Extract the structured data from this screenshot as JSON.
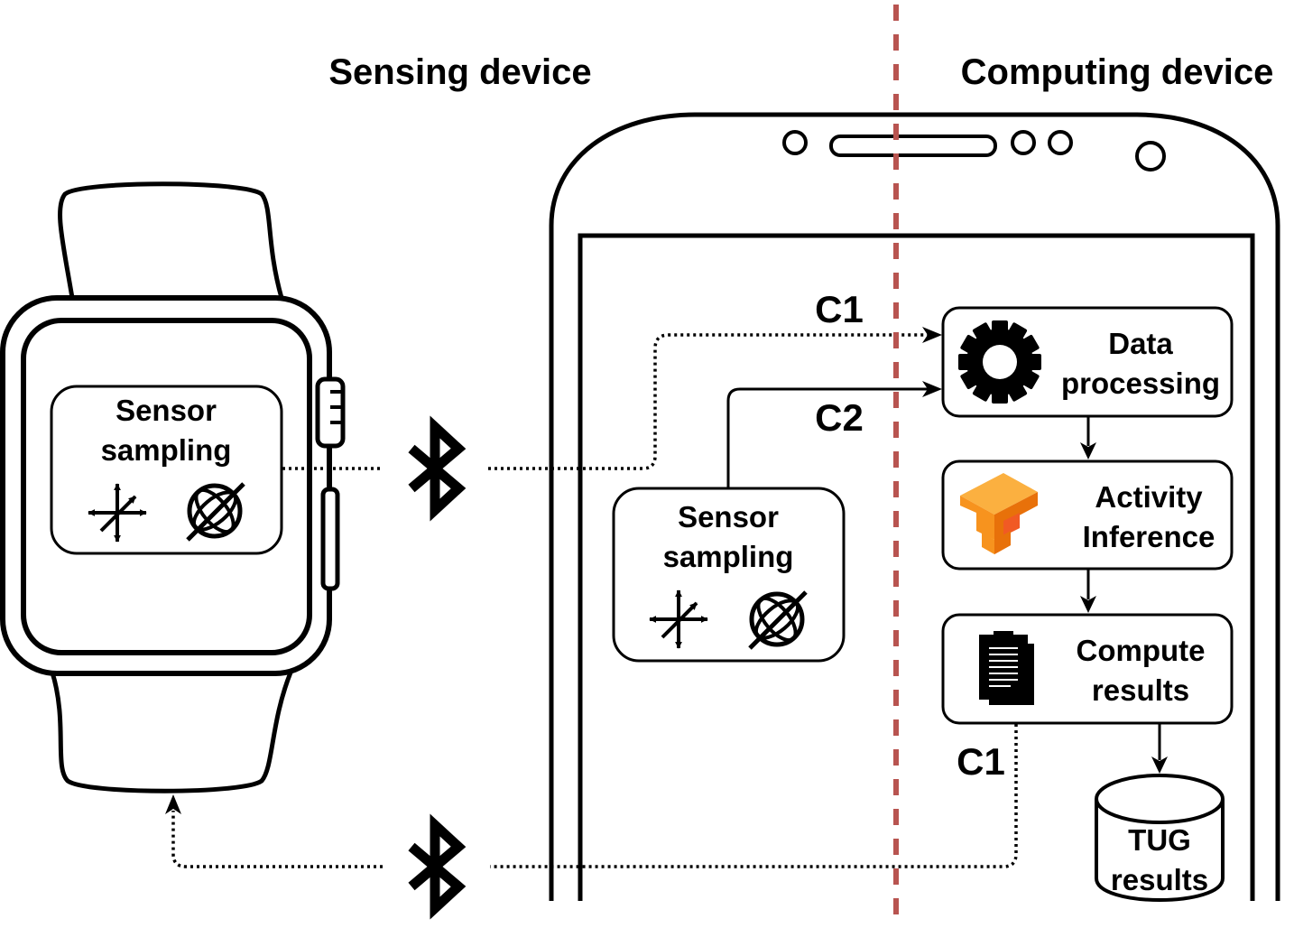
{
  "headings": {
    "sensing": "Sensing device",
    "computing": "Computing device"
  },
  "watch": {
    "box_line1": "Sensor",
    "box_line2": "sampling"
  },
  "phone": {
    "sensor_line1": "Sensor",
    "sensor_line2": "sampling",
    "data_processing_line1": "Data",
    "data_processing_line2": "processing",
    "activity_line1": "Activity",
    "activity_line2": "Inference",
    "compute_line1": "Compute",
    "compute_line2": "results",
    "tug_line1": "TUG",
    "tug_line2": "results"
  },
  "connections": {
    "top_c1": "C1",
    "c2": "C2",
    "bottom_c1": "C1"
  },
  "icons": [
    "smartwatch-icon",
    "smartphone-icon",
    "bluetooth-icon",
    "accelerometer-icon",
    "gyroscope-icon",
    "gear-icon",
    "tensorflow-logo-icon",
    "clipboard-icon",
    "database-icon"
  ],
  "colors": {
    "divider": "#b85450",
    "tensorflow_orange": "#f7931e",
    "stroke": "#000000"
  }
}
